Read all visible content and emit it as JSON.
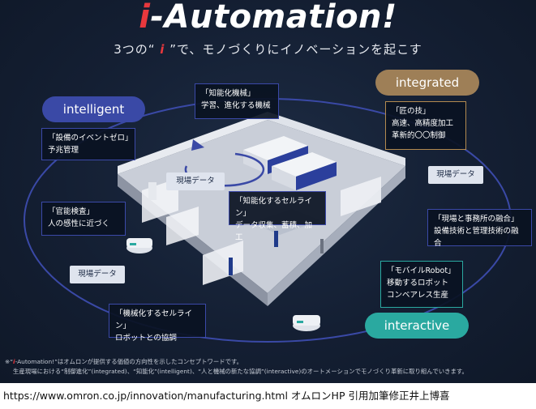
{
  "title": {
    "prefix": "i",
    "rest": "-Automation",
    "suffix": "!"
  },
  "subtitle": {
    "before": "3つの“ ",
    "mark": "i",
    "after": " ”で、モノづくりにイノベーションを起こす"
  },
  "pills": {
    "intelligent": {
      "label": "intelligent",
      "color": "#3a49a6"
    },
    "integrated": {
      "label": "integrated",
      "color": "#9e7f57"
    },
    "interactive": {
      "label": "interactive",
      "color": "#2aa9a0"
    }
  },
  "boxes": {
    "knowledge_machine": {
      "line1": "「知能化機械」",
      "line2": "学習、進化する機械"
    },
    "zero_event": {
      "line1": "「設備のイベントゼロ」",
      "line2": "予兆管理"
    },
    "sensory_inspection": {
      "line1": "「官能検査」",
      "line2": "人の感性に近づく"
    },
    "cell_line_intel": {
      "line1": "「知能化するセルライン」",
      "line2": "データ収集、蓄積、加工"
    },
    "mechanized_cell": {
      "line1": "「機械化するセルライン」",
      "line2": "ロボットとの協調"
    },
    "craftsman": {
      "line1": "「匠の技」",
      "line2": "高速、高精度加工",
      "line3": "革新的〇〇制御"
    },
    "office_fusion": {
      "line1": "「現場と事務所の融合」",
      "line2": "設備技術と管理技術の融合"
    },
    "mobile_robot": {
      "line1": "「モバイルRobot」",
      "line2": "移動するロボット",
      "line3": "コンベアレス生産"
    }
  },
  "data_labels": {
    "center": "現場データ",
    "right": "現場データ",
    "left": "現場データ"
  },
  "footnote": {
    "line1_before": "※“",
    "line1_mark": "i",
    "line1_after": "-Automation!”はオムロンが提供する価値の方向性を示したコンセプトワードです。",
    "line2": "生産現場における“制御進化”(integrated)、“知能化”(intelligent)、“人と機械の新たな協調”(interactive)のオートメーションでモノづくり革新に取り組んでいきます。"
  },
  "caption": "https://www.omron.co.jp/innovation/manufacturing.html  オムロンHP  引用加筆修正井上博喜",
  "colors": {
    "background": "#141f33",
    "ring": "#3a49a6",
    "accent_red": "#e8383d"
  }
}
